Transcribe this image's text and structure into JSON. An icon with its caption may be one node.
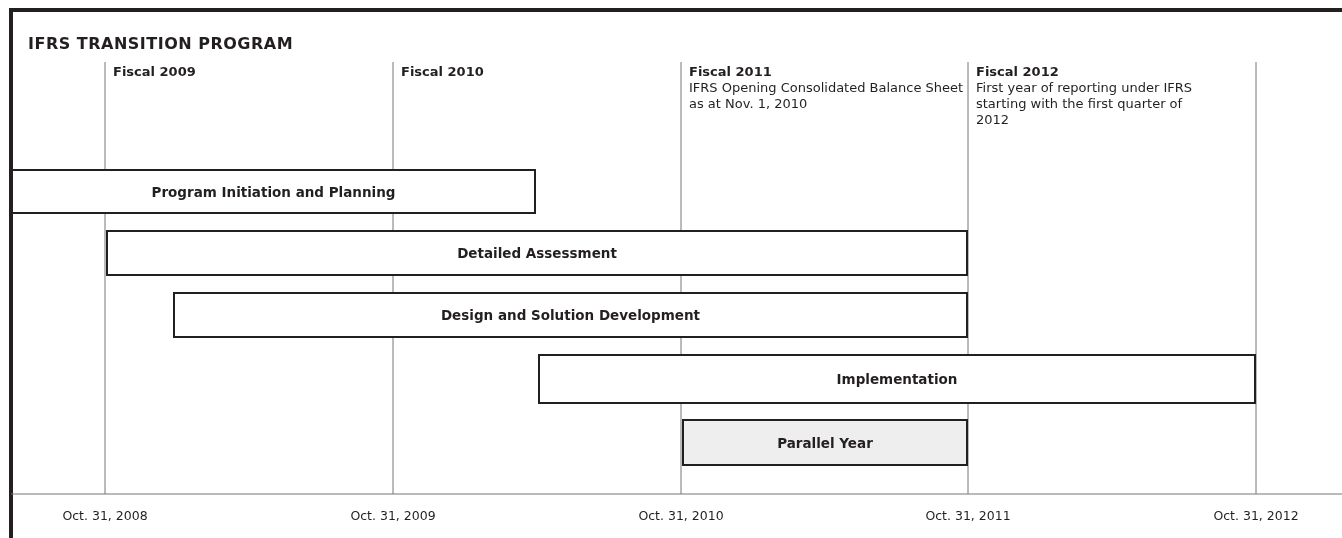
{
  "diagram": {
    "title": "IFRS TRANSITION PROGRAM",
    "nodes": [
      {
        "text": [
          "Program Initiation and Planning"
        ]
      },
      {
        "text": [
          "Detailed Assessment"
        ]
      },
      {
        "text": [
          "Design and Solution Development"
        ]
      },
      {
        "text": [
          "Implementation"
        ]
      },
      {
        "text": [
          "Parallel Year"
        ]
      }
    ],
    "labels": [
      "Fiscal 2009",
      "Fiscal 2010",
      "Fiscal 2011",
      "IFRS Opening Consolidated Balance Sheet as at Nov. 1, 2010",
      "Fiscal 2012",
      "First year of reporting under IFRS starting with the first quarter of 2012",
      "Oct. 31, 2008",
      "Oct. 31, 2009",
      "Oct. 31, 2010",
      "Oct. 31, 2011",
      "Oct. 31, 2012"
    ]
  }
}
